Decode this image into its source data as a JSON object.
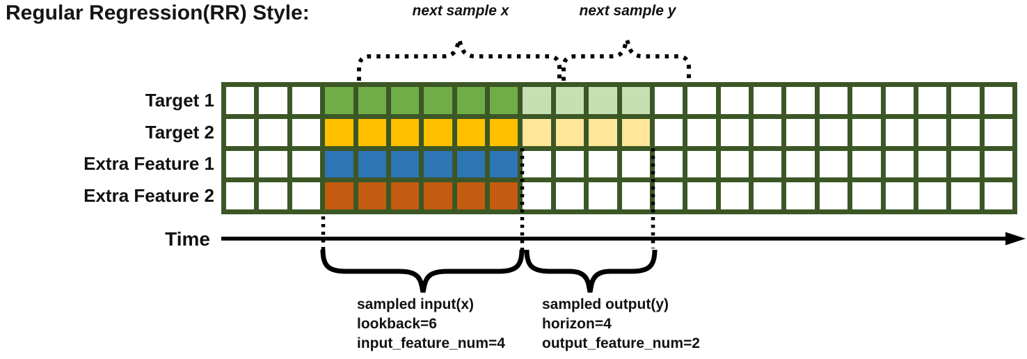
{
  "title": "Regular Regression(RR) Style:",
  "top_annotations": {
    "next_sample_x": "next sample x",
    "next_sample_y": "next sample y"
  },
  "time_axis": {
    "label": "Time"
  },
  "input_annotation": {
    "title": "sampled input(x)",
    "lookback": "lookback=6",
    "feature_num": "input_feature_num=4"
  },
  "output_annotation": {
    "title": "sampled output(y)",
    "horizon": "horizon=4",
    "feature_num": "output_feature_num=2"
  },
  "grid": {
    "n_cols": 24,
    "n_rows": 4,
    "input_start_col": 3,
    "lookback": 6,
    "horizon": 4,
    "border_color": "#3C5726",
    "empty_cell_color": "#FFFFFF",
    "rows": [
      {
        "label": "Target 1",
        "input_color": "#70AD47",
        "output_color": "#C6E0B4"
      },
      {
        "label": "Target 2",
        "input_color": "#FFC000",
        "output_color": "#FFE699"
      },
      {
        "label": "Extra Feature 1",
        "input_color": "#2E75B6",
        "output_color": null
      },
      {
        "label": "Extra Feature 2",
        "input_color": "#C55A11",
        "output_color": null
      }
    ]
  },
  "colors": {
    "annotation_stroke": "#000000",
    "text": "#111111"
  }
}
